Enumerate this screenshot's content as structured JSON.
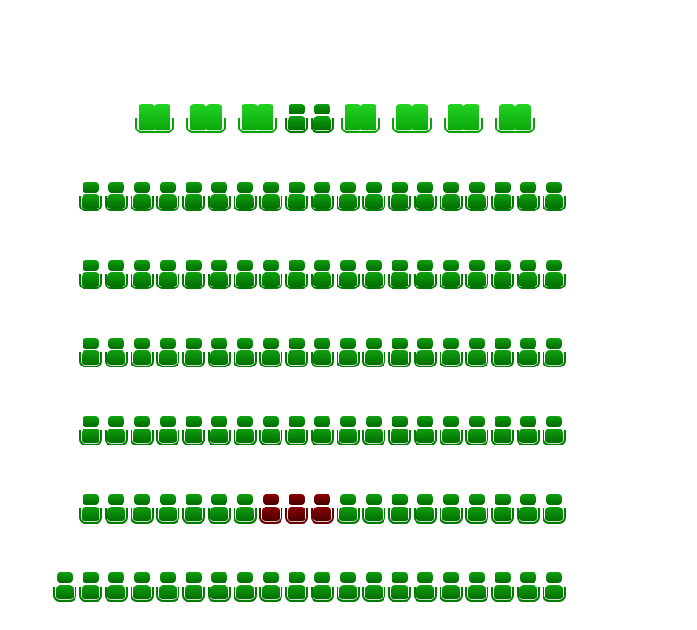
{
  "colors": {
    "available": "#0a9a0a",
    "sold": "#6a0000",
    "sofa": "#12c812"
  },
  "rows": [
    {
      "seats": [
        "sofa",
        "sofa",
        "sofa",
        "available",
        "available",
        "sofa",
        "sofa",
        "sofa",
        "sofa"
      ]
    },
    {
      "seats": [
        "available",
        "available",
        "available",
        "available",
        "available",
        "available",
        "available",
        "available",
        "available",
        "available",
        "available",
        "available",
        "available",
        "available",
        "available",
        "available",
        "available",
        "available",
        "available"
      ]
    },
    {
      "seats": [
        "available",
        "available",
        "available",
        "available",
        "available",
        "available",
        "available",
        "available",
        "available",
        "available",
        "available",
        "available",
        "available",
        "available",
        "available",
        "available",
        "available",
        "available",
        "available"
      ]
    },
    {
      "seats": [
        "available",
        "available",
        "available",
        "available",
        "available",
        "available",
        "available",
        "available",
        "available",
        "available",
        "available",
        "available",
        "available",
        "available",
        "available",
        "available",
        "available",
        "available",
        "available"
      ]
    },
    {
      "seats": [
        "available",
        "available",
        "available",
        "available",
        "available",
        "available",
        "available",
        "available",
        "available",
        "available",
        "available",
        "available",
        "available",
        "available",
        "available",
        "available",
        "available",
        "available",
        "available"
      ]
    },
    {
      "seats": [
        "available",
        "available",
        "available",
        "available",
        "available",
        "available",
        "available",
        "sold",
        "sold",
        "sold",
        "available",
        "available",
        "available",
        "available",
        "available",
        "available",
        "available",
        "available",
        "available"
      ]
    },
    {
      "seats": [
        "available",
        "available",
        "available",
        "available",
        "available",
        "available",
        "available",
        "available",
        "available",
        "available",
        "available",
        "available",
        "available",
        "available",
        "available",
        "available",
        "available",
        "available",
        "available",
        "available"
      ]
    }
  ]
}
